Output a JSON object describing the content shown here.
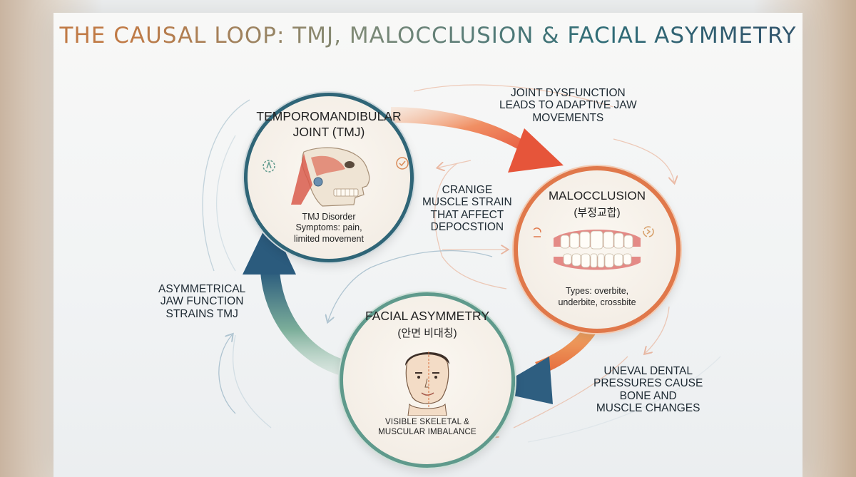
{
  "title": "THE CAUSAL LOOP: TMJ, MALOCCLUSION & FACIAL ASYMMETRY",
  "nodes": {
    "tmj": {
      "title_line1": "TEMPOROMANDIBULAR",
      "title_line2": "JOINT (TMJ)",
      "desc_line1": "TMJ Disorder",
      "desc_line2": "Symptoms: pain,",
      "desc_line3": "limited movement"
    },
    "malocclusion": {
      "title": "MALOCCLUSION",
      "korean": "(부정교합)",
      "desc_line1": "Types: overbite,",
      "desc_line2": "underbite, crossbite"
    },
    "asymmetry": {
      "title": "FACIAL ASYMMETRY",
      "korean": "(안면 비대칭)",
      "desc_line1": "VISIBLE SKELETAL &",
      "desc_line2": "MUSCULAR IMBALANCE"
    }
  },
  "annotations": {
    "top_right": [
      "JOINT DYSFUNCTION",
      "LEADS TO ADAPTIVE JAW",
      "MOVEMENTS"
    ],
    "center": [
      "CRANIGE",
      "MUSCLE STRAIN",
      "THAT AFFECT",
      "DEPOCSTION"
    ],
    "left": [
      "ASYMMETRICAL",
      "JAW FUNCTION",
      "STRAINS TMJ"
    ],
    "bottom_right": [
      "UNEVAL DENTAL",
      "PRESSURES CAUSE",
      "BONE AND",
      "MUSCLE CHANGES"
    ]
  },
  "icons": [
    "skull-jaw-icon",
    "teeth-icon",
    "face-icon",
    "joint-icon",
    "check-icon",
    "rotate-icon",
    "ruler-icon"
  ],
  "colors": {
    "tmj_ring": "#2f6577",
    "malocclusion_ring": "#e0784a",
    "asymmetry_ring": "#5f9a8c",
    "arrow_orange": "#e85a3a",
    "arrow_blue": "#2e5e80"
  }
}
